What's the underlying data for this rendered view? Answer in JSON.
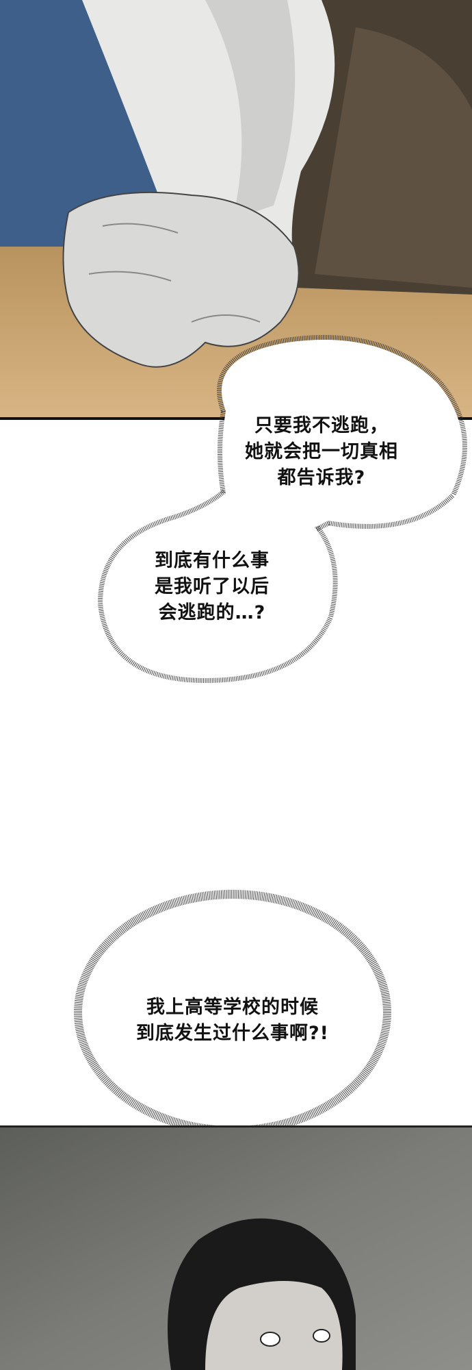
{
  "bubbles": [
    {
      "lines": [
        "只要我不逃跑，",
        "她就会把一切真相",
        "都告诉我?"
      ]
    },
    {
      "lines": [
        "到底有什么事",
        "是我听了以后",
        "会逃跑的…?"
      ]
    },
    {
      "lines": [
        "我上高等学校的时候",
        "到底发生过什么事啊?!"
      ]
    }
  ],
  "colors": {
    "wall_blue": "#3d5f8a",
    "table_tan": "#c9a574",
    "sleeve": "#e8e8e6",
    "dark_brown": "#4a3f33",
    "panel_gray": "#6d6e6b"
  }
}
